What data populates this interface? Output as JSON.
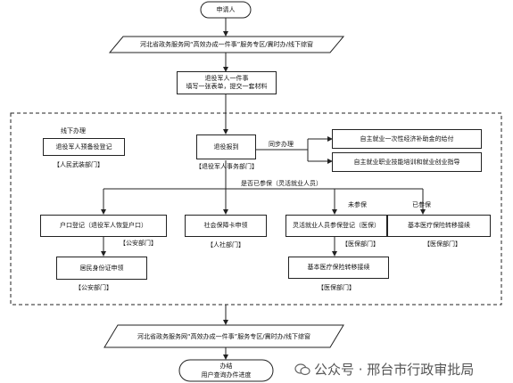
{
  "start": "申请人",
  "portal_top": "河北省政务服务网“高效办成一件事”服务专区/冀时办/线下综窗",
  "form": {
    "line1": "退役军人一件事",
    "line2": "填写一张表单，提交一套材料"
  },
  "offline": {
    "label": "线下办理",
    "node": "退役军人预备役登记",
    "dept": "【人民武装部门】"
  },
  "guide": {
    "node": "退役报到",
    "dept": "【退役军人事务部门】",
    "sync_label": "同步办理"
  },
  "sync_targets": [
    "自主就业一次性经济补助金的给付",
    "自主就业职业技能培训和就业创业指导"
  ],
  "branch_label": "是否已参保（灵活就业人员）",
  "branches": {
    "hukou": {
      "node": "户口登记（退役军人恢复户口）",
      "dept": "【公安部门】"
    },
    "idcard": {
      "node": "居民身份证申领",
      "dept": "【公安部门】"
    },
    "social": {
      "node": "社会保障卡申领",
      "dept": "【人社部门】"
    },
    "flex": {
      "node": "灵活就业人员参保登记（医保）",
      "dept": "【医保部门】",
      "label": "未参保"
    },
    "transfer2": {
      "node": "基本医疗保险转移接续",
      "dept": "【医保部门】"
    },
    "transfer1": {
      "node": "基本医疗保险转移接续",
      "dept": "【医保部门】",
      "label": "已参保"
    }
  },
  "portal_bottom": "河北省政务服务网“高效办成一件事”服务专区/冀时办/线下综窗",
  "end": {
    "line1": "办结",
    "line2": "用户查询办件进度"
  },
  "watermark": "公众号 · 邢台市行政审批局"
}
